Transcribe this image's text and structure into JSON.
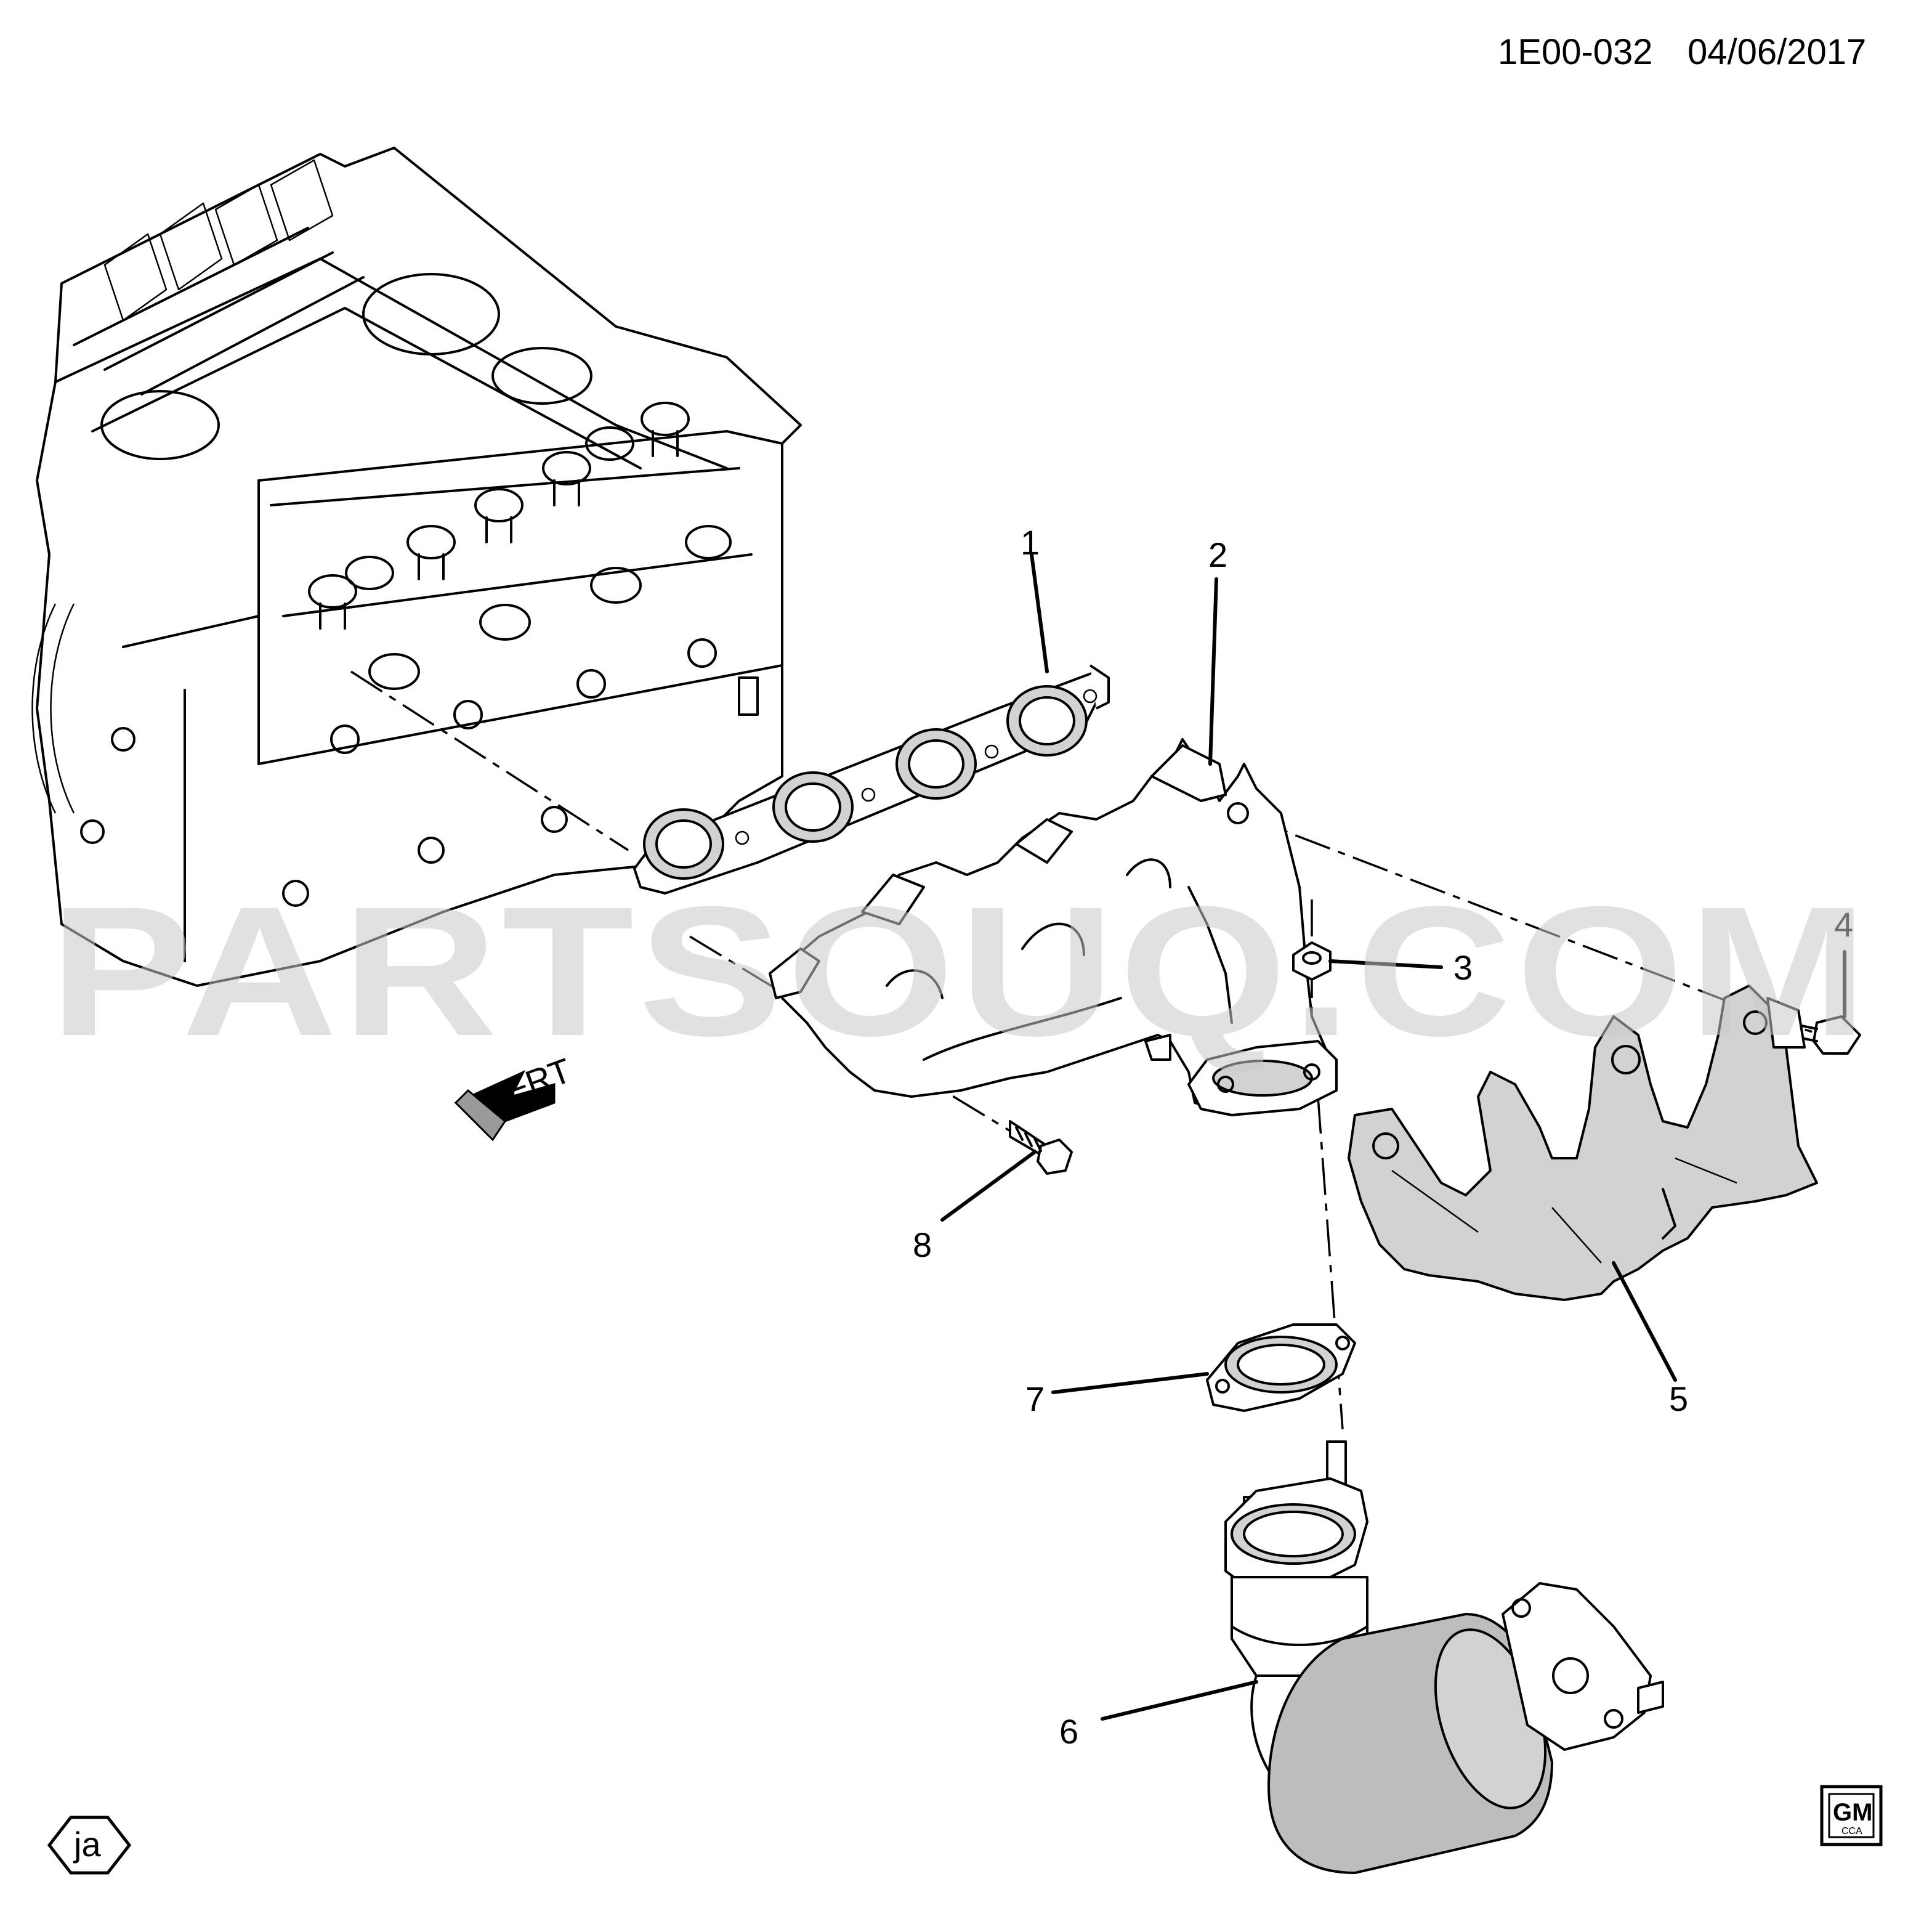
{
  "header": {
    "code": "1E00-032",
    "date": "04/06/2017"
  },
  "watermark": "PARTSOUQ.COM",
  "callouts": [
    "1",
    "2",
    "3",
    "4",
    "5",
    "6",
    "7",
    "8"
  ],
  "direction_marker": {
    "text": "FRT"
  },
  "footer": {
    "language_badge": "ja",
    "logo_top": "GM",
    "logo_bottom": "CCA"
  },
  "icons": [
    "front-direction-arrow-icon",
    "gm-logo-icon",
    "language-badge-icon"
  ]
}
